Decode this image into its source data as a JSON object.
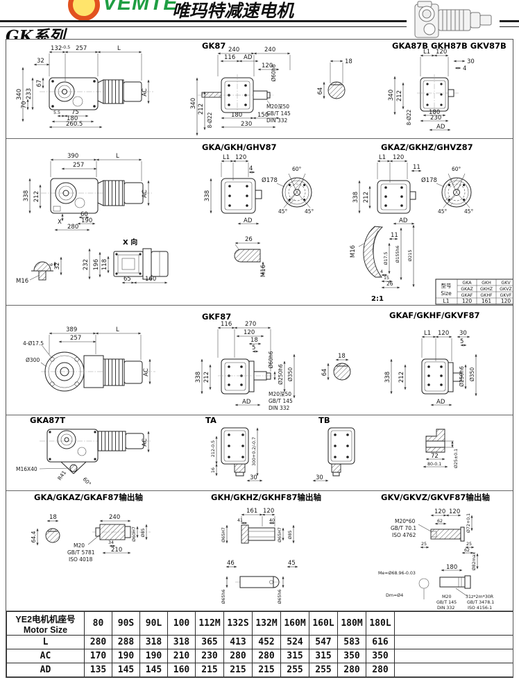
{
  "header": {
    "logo_text": "VEMTE",
    "brand": "唯玛特减速电机",
    "series": "GK系列"
  },
  "sections": {
    "gk87": {
      "side": {
        "t132": "132",
        "t132tol": "-0.5",
        "t257": "257",
        "tL": "L",
        "d32": "32",
        "v340": "340",
        "v233": "233",
        "v67": "67",
        "v70": "70",
        "b55": "5.5",
        "b75": "75",
        "b180": "180",
        "b2605": "260.5",
        "ac": "AC"
      },
      "front": {
        "title": "GK87",
        "t240a": "240",
        "t240b": "240",
        "t116": "116",
        "tad": "AD",
        "t120": "120",
        "dia60": "Ø60h6",
        "v340": "340",
        "v212": "212",
        "bolts": "8-Ø22",
        "b180": "180",
        "b150": "150",
        "b230": "230",
        "note1": "M20深50",
        "note2": "GB/T 145",
        "note3": "DIN 332"
      },
      "key": {
        "d18": "18",
        "d64": "64"
      },
      "b": {
        "title": "GKA87B GKH87B GKV87B",
        "tl1": "L1",
        "t120": "120",
        "r30": "30",
        "r4": "4",
        "v340": "340",
        "v212": "212",
        "bolts": "8-Ø22",
        "b180": "180",
        "b230": "230",
        "bad": "AD"
      }
    },
    "gka": {
      "side": {
        "t390": "390",
        "tL": "L",
        "t257": "257",
        "v338": "338",
        "v212": "212",
        "b60": "60",
        "b190": "190",
        "b280": "280",
        "x": "X",
        "ac": "AC"
      },
      "front": {
        "title": "GKA/GKH/GHV87",
        "tl1": "L1",
        "t120": "120",
        "t4": "4",
        "v338": "338",
        "bad": "AD"
      },
      "flange": {
        "dia": "Ø178",
        "a60": "60°",
        "a45l": "45°",
        "a45r": "45°"
      },
      "frontz": {
        "title": "GKAZ/GKHZ/GHVZ87",
        "tl1": "L1",
        "t120": "120",
        "t11": "11",
        "v338": "338",
        "v212": "212",
        "bad": "AD"
      },
      "flangez": {
        "dia": "Ø178",
        "a60": "60°",
        "a45l": "45°",
        "a45r": "45°"
      },
      "eyebolt": {
        "d6": "6",
        "d32": "32",
        "m16": "M16"
      },
      "xview": {
        "title": "X 向",
        "v232": "232",
        "v196": "196",
        "v118": "118",
        "b65": "65",
        "b160": "160"
      },
      "key": {
        "d26": "26",
        "m16": "M16"
      },
      "detail": {
        "m16": "M16",
        "d11": "11",
        "dia175": "Ø17.5",
        "dia155": "Ø155h6",
        "dia215": "Ø215",
        "b4": "4",
        "b15": "15",
        "b26": "26",
        "scale": "2:1"
      },
      "l1_table": {
        "label_cn": "型号",
        "label_en": "Size",
        "r1": [
          "GKA",
          "GKH",
          "GKV"
        ],
        "r2": [
          "GKAZ",
          "GKHZ",
          "GKVZ"
        ],
        "r3": [
          "GKAF",
          "GKHF",
          "GKVF"
        ],
        "l1": "L1",
        "vals": [
          "120",
          "161",
          "120"
        ]
      }
    },
    "gkf": {
      "side": {
        "t389": "389",
        "tL": "L",
        "t257": "257",
        "holes": "4-Ø17.5",
        "dia300": "Ø300",
        "ac": "AC"
      },
      "front": {
        "title": "GKF87",
        "t116": "116",
        "t270": "270",
        "t120": "120",
        "t18": "18",
        "t5": "5",
        "dia60": "Ø60h6",
        "dia250": "Ø250h6",
        "dia350": "Ø350",
        "v338": "338",
        "v212": "212",
        "bad": "AD",
        "note1": "M20深50",
        "note2": "GB/T 145",
        "note3": "DIN 332"
      },
      "key": {
        "d18": "18",
        "d64": "64"
      },
      "frontf": {
        "title": "GKAF/GKHF/GKVF87",
        "tl1": "L1",
        "t120": "120",
        "t30": "30",
        "t5": "5",
        "v338": "338",
        "v212": "212",
        "dia250": "Ø250h6",
        "dia350": "Ø350",
        "bad": "AD"
      }
    },
    "gkt": {
      "t": {
        "title": "GKA87T",
        "m16": "M16X40",
        "r41": "R41",
        "a60": "60°",
        "ac": "AC"
      },
      "ta": {
        "title": "TA",
        "v212": "212-0.5",
        "v16": "16",
        "v300": "300+0.2/-0.7",
        "b30": "30"
      },
      "tb": {
        "title": "TB",
        "b30": "30"
      },
      "bush": {
        "d72": "72",
        "d80": "80-0.1",
        "dia25": "Ø25±0.1"
      }
    },
    "out": {
      "gka": {
        "title": "GKA/GKAZ/GKAF87输出轴",
        "d18": "18",
        "d644": "64.4",
        "d240": "240",
        "d34": "34",
        "d210": "210",
        "note1": "M20",
        "note2": "GB/T 5781",
        "note3": "ISO 4018",
        "dia60": "Ø60H7",
        "dia85": "Ø85"
      },
      "gkh": {
        "title": "GKH/GKHZ/GKHF87输出轴",
        "d161": "161",
        "d120": "120",
        "d41": "41",
        "d40": "40",
        "d46": "46",
        "d45": "45",
        "diaL": "Ø65H7",
        "diaR": "Ø65H7",
        "dia85": "Ø85",
        "diaB1": "Ø65h6",
        "diaB2": "Ø65h6"
      },
      "gkv": {
        "title": "GKV/GKVZ/GKVF87输出轴",
        "n1a": "M20*60",
        "n1b": "GB/T 70.1",
        "n1c": "ISO 4762",
        "d120a": "120",
        "d120b": "120",
        "d62a": "62",
        "dia72": "Ø72+0.1",
        "d25a": "25",
        "d25b": "25",
        "d62b": "62",
        "dia82": "Ø82max",
        "d180": "180",
        "me": "Me=Ø68.96-0.03",
        "dm": "Dm=Ø4",
        "n2a": "M20",
        "n2b": "GB/T 145",
        "n2c": "DIN 332",
        "n3a": "31z*2m*30R",
        "n3b": "GB/T 3478.1",
        "n3c": "ISO 4156-1"
      }
    }
  },
  "motor_table": {
    "header_cn": "YE2电机机座号",
    "header_en": "Motor Size",
    "columns": [
      "80",
      "90S",
      "90L",
      "100",
      "112M",
      "132S",
      "132M",
      "160M",
      "160L",
      "180M",
      "180L"
    ],
    "rows": [
      {
        "label": "L",
        "values": [
          "280",
          "288",
          "318",
          "318",
          "365",
          "413",
          "452",
          "524",
          "547",
          "583",
          "616"
        ]
      },
      {
        "label": "AC",
        "values": [
          "170",
          "190",
          "190",
          "210",
          "230",
          "280",
          "280",
          "315",
          "315",
          "350",
          "350"
        ]
      },
      {
        "label": "AD",
        "values": [
          "135",
          "145",
          "145",
          "160",
          "215",
          "215",
          "215",
          "255",
          "255",
          "280",
          "280"
        ]
      }
    ]
  }
}
